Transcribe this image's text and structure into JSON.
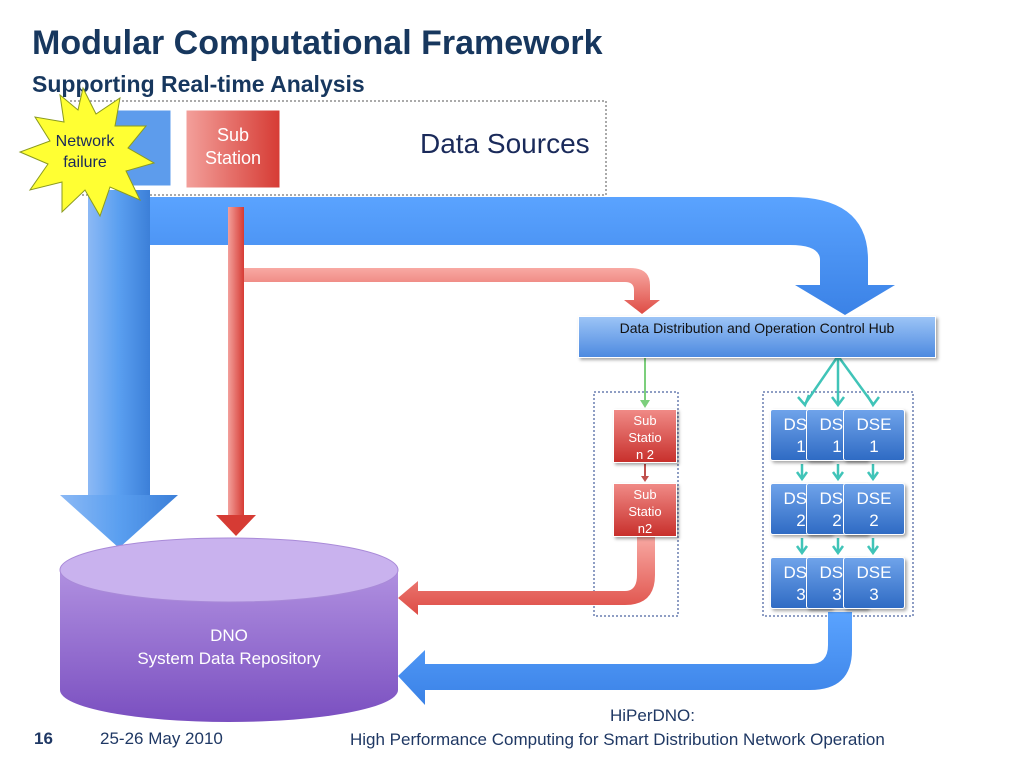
{
  "title": "Modular Computational Framework",
  "subtitle": "Supporting Real-time Analysis",
  "data_sources": {
    "label": "Data Sources",
    "substation_label": "Sub\nStation",
    "burst_label": "Network\nfailure"
  },
  "hub": {
    "label": "Data Distribution and Operation Control Hub"
  },
  "substation_group": {
    "top_label": "Sub\nStatio\nn 2",
    "bottom_label": "Sub\nStatio\nn2"
  },
  "dse_grid": {
    "row1": [
      "DSE\n1",
      "DSE\n1",
      "DSE\n1"
    ],
    "row2": [
      "DSE\n2",
      "DSE\n2",
      "DSE\n2"
    ],
    "row3": [
      "DSE\n3",
      "DSE\n3",
      "DSE\n3"
    ]
  },
  "repository": {
    "line1": "DNO",
    "line2": "System Data Repository"
  },
  "footer": {
    "page": "16",
    "date": "25-26 May 2010",
    "project": "HiPerDNO:",
    "description": "High Performance Computing for Smart Distribution Network Operation"
  },
  "colors": {
    "title": "#17375e",
    "blue_arrow": "#4a8fe7",
    "red_arrow": "#d9534f",
    "teal_arrow": "#40c4b8",
    "burst": "#ffff33"
  }
}
